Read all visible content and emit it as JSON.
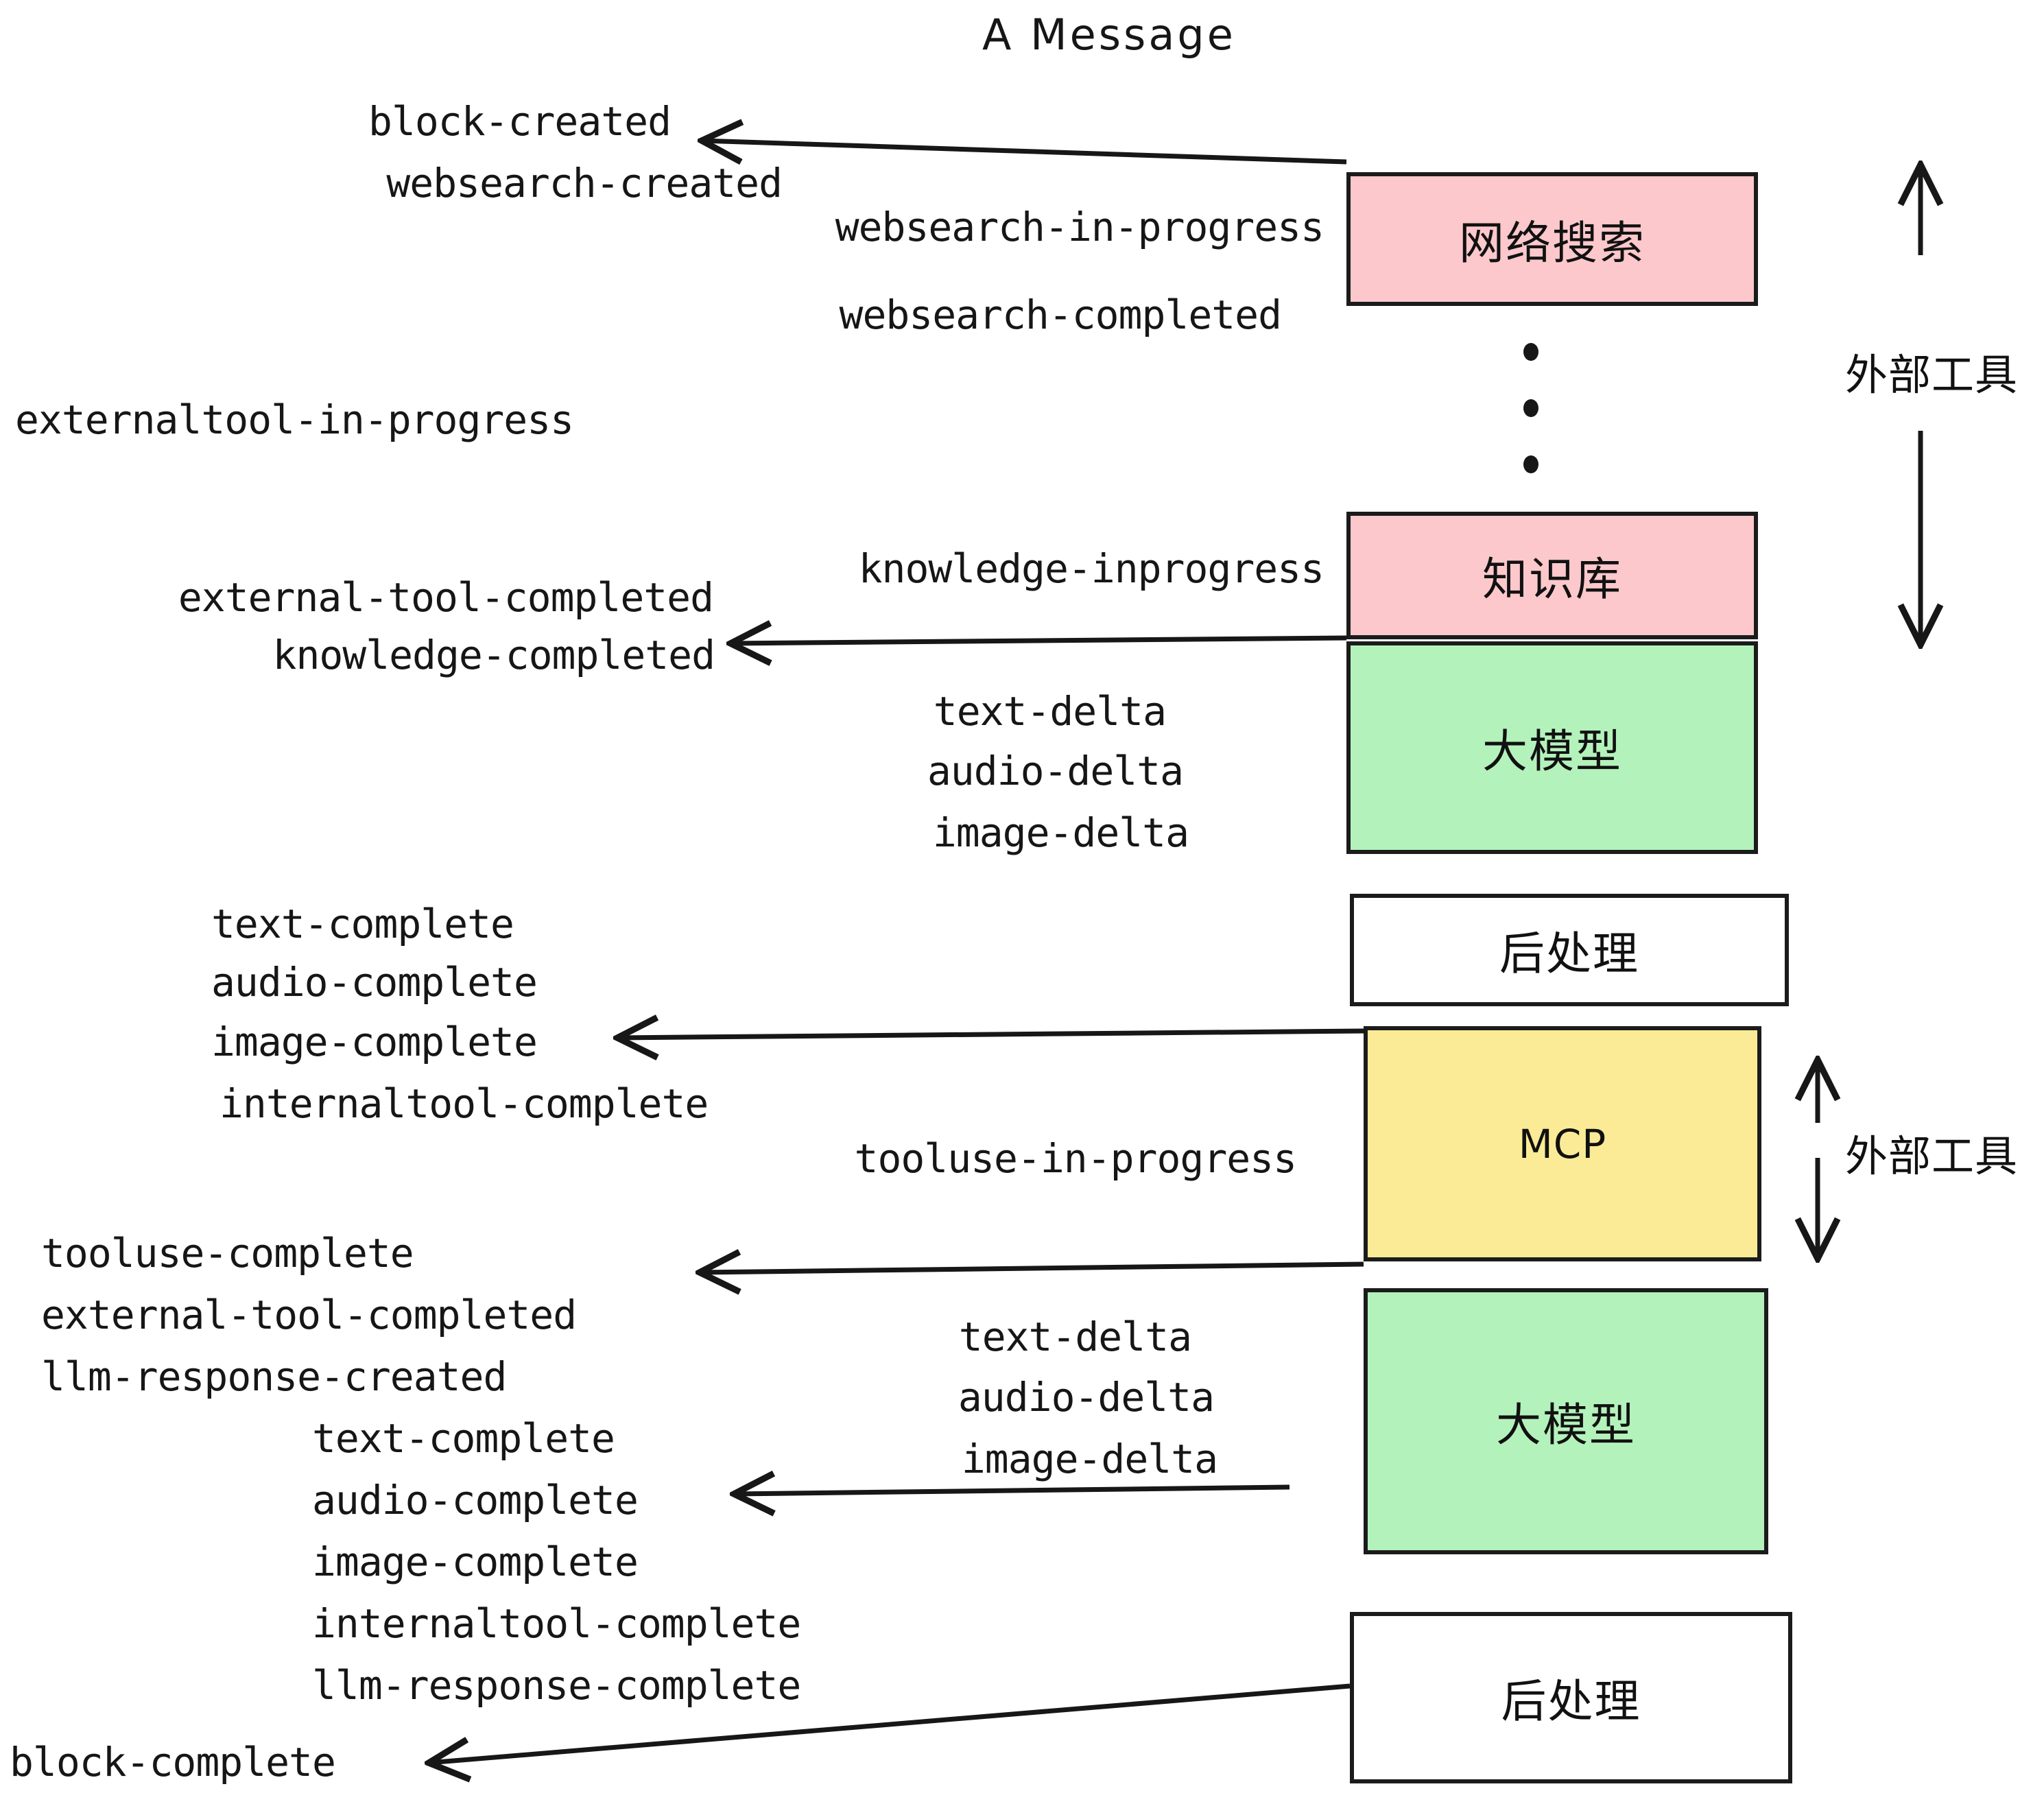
{
  "title": "A Message",
  "colors": {
    "pink": "#fcc8cc",
    "green": "#b4f2bc",
    "yellow": "#fceb96",
    "white": "#ffffff",
    "stroke": "#1b1b1b",
    "text": "#161616"
  },
  "boxes": [
    {
      "id": "websearch",
      "label": "网络搜索",
      "fill": "#fcc8cc"
    },
    {
      "id": "knowledge",
      "label": "知识库",
      "fill": "#fcc8cc"
    },
    {
      "id": "llm-upper",
      "label": "大模型",
      "fill": "#b4f2bc"
    },
    {
      "id": "postprocess-upper",
      "label": "后处理",
      "fill": "#ffffff"
    },
    {
      "id": "mcp",
      "label": "MCP",
      "fill": "#fceb96"
    },
    {
      "id": "llm-lower",
      "label": "大模型",
      "fill": "#b4f2bc"
    },
    {
      "id": "postprocess-lower",
      "label": "后处理",
      "fill": "#ffffff"
    }
  ],
  "side_labels": [
    {
      "id": "external-tools-upper",
      "label": "外部工具"
    },
    {
      "id": "external-tools-lower",
      "label": "外部工具"
    }
  ],
  "events": [
    {
      "id": "block-created",
      "label": "block-created"
    },
    {
      "id": "websearch-created",
      "label": "websearch-created"
    },
    {
      "id": "websearch-in-progress",
      "label": "websearch-in-progress"
    },
    {
      "id": "websearch-completed",
      "label": "websearch-completed"
    },
    {
      "id": "externaltool-in-progress",
      "label": "externaltool-in-progress"
    },
    {
      "id": "knowledge-inprogress",
      "label": "knowledge-inprogress"
    },
    {
      "id": "external-tool-completed-1",
      "label": "external-tool-completed"
    },
    {
      "id": "knowledge-completed",
      "label": "knowledge-completed"
    },
    {
      "id": "text-delta-1",
      "label": "text-delta"
    },
    {
      "id": "audio-delta-1",
      "label": "audio-delta"
    },
    {
      "id": "image-delta-1",
      "label": "image-delta"
    },
    {
      "id": "text-complete-1",
      "label": "text-complete"
    },
    {
      "id": "audio-complete-1",
      "label": "audio-complete"
    },
    {
      "id": "image-complete-1",
      "label": "image-complete"
    },
    {
      "id": "internaltool-complete-1",
      "label": "internaltool-complete"
    },
    {
      "id": "tooluse-in-progress",
      "label": "tooluse-in-progress"
    },
    {
      "id": "tooluse-complete",
      "label": "tooluse-complete"
    },
    {
      "id": "external-tool-completed-2",
      "label": "external-tool-completed"
    },
    {
      "id": "llm-response-created",
      "label": "llm-response-created"
    },
    {
      "id": "text-delta-2",
      "label": "text-delta"
    },
    {
      "id": "audio-delta-2",
      "label": "audio-delta"
    },
    {
      "id": "image-delta-2",
      "label": "image-delta"
    },
    {
      "id": "text-complete-2",
      "label": "text-complete"
    },
    {
      "id": "audio-complete-2",
      "label": "audio-complete"
    },
    {
      "id": "image-complete-2",
      "label": "image-complete"
    },
    {
      "id": "internaltool-complete-2",
      "label": "internaltool-complete"
    },
    {
      "id": "llm-response-complete",
      "label": "llm-response-complete"
    },
    {
      "id": "block-complete",
      "label": "block-complete"
    }
  ]
}
